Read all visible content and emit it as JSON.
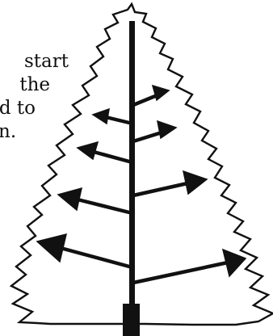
{
  "caption": {
    "lines": [
      "start",
      "the",
      "d to",
      "n."
    ]
  },
  "colors": {
    "ink": "#111111",
    "background": "#ffffff"
  }
}
